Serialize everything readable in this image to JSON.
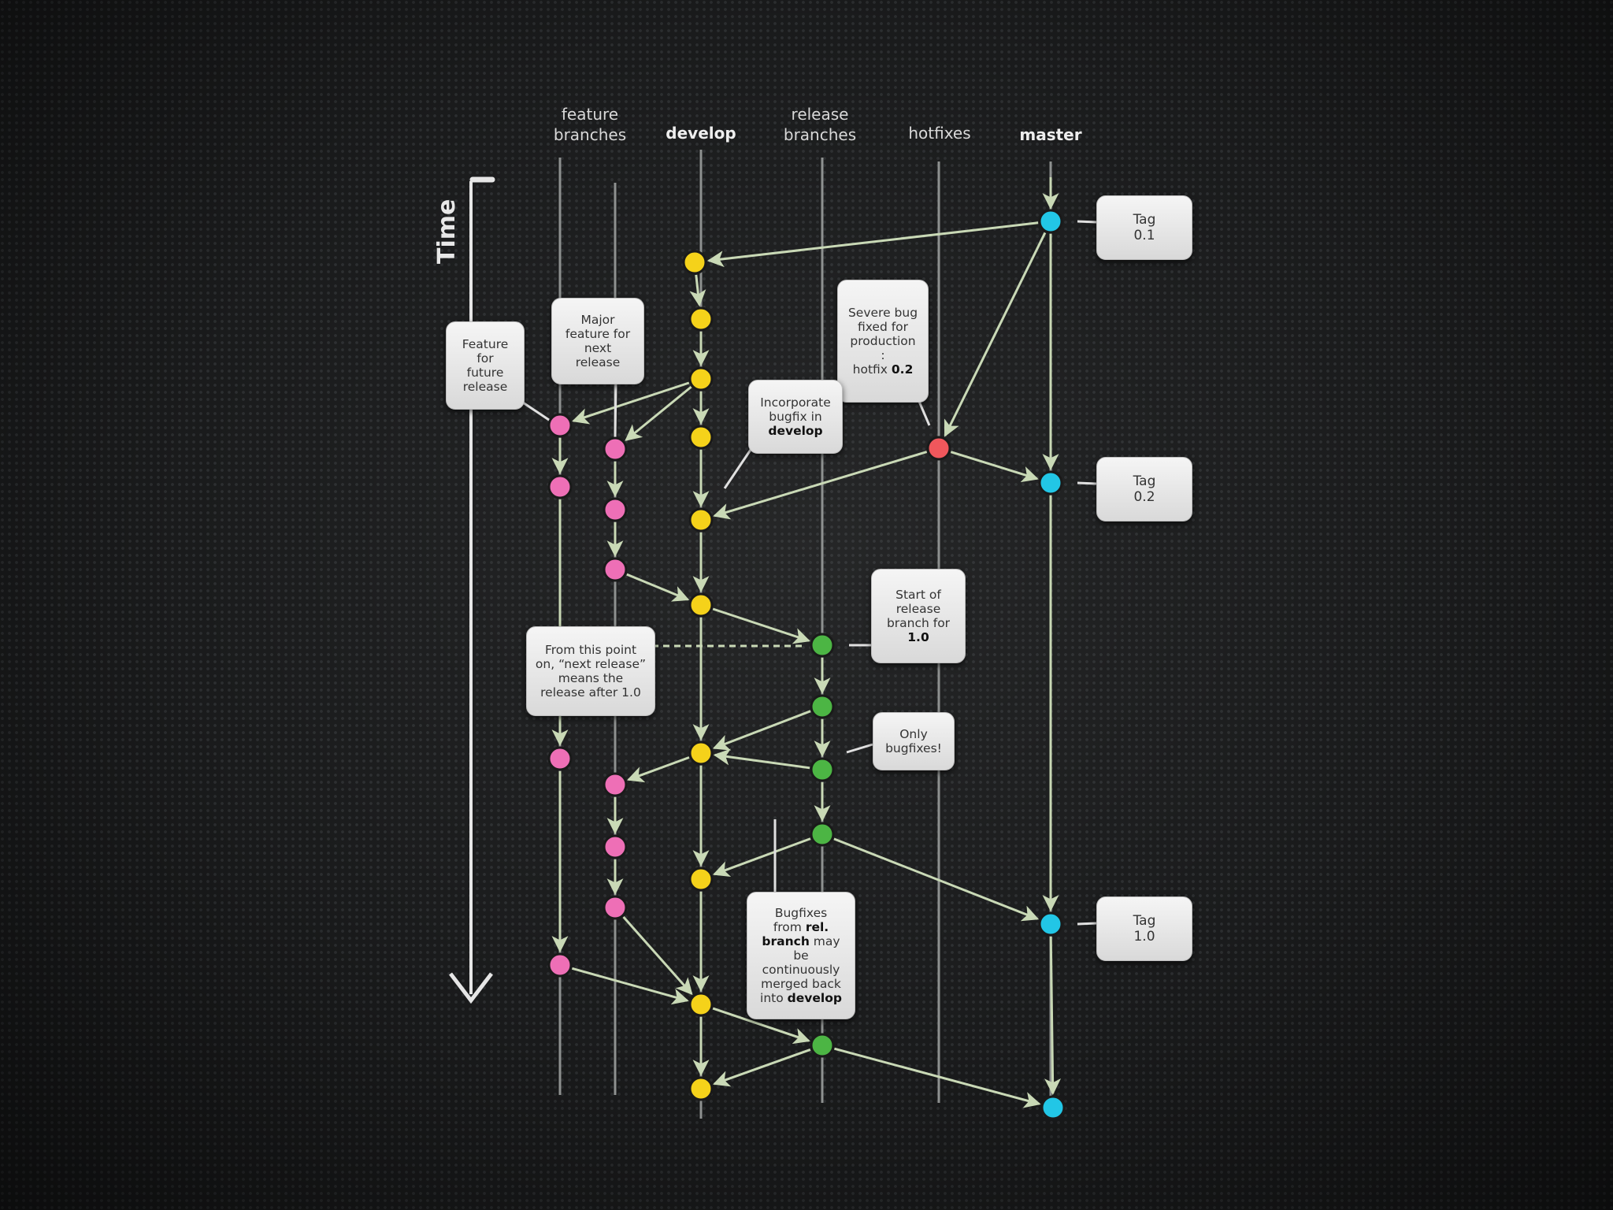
{
  "diagram": {
    "time_label": "Time",
    "columns": [
      {
        "id": "feature",
        "label": "feature\nbranches",
        "bold": false
      },
      {
        "id": "develop",
        "label": "develop",
        "bold": true
      },
      {
        "id": "release",
        "label": "release\nbranches",
        "bold": false
      },
      {
        "id": "hotfixes",
        "label": "hotfixes",
        "bold": false
      },
      {
        "id": "master",
        "label": "master",
        "bold": true
      }
    ],
    "colors": {
      "develop": "#f5d21a",
      "feature": "#ee6fb6",
      "release": "#4cb544",
      "hotfix": "#f0575c",
      "master": "#22c6e6",
      "edge": "#c9d9b6",
      "lane": "#8e9190"
    },
    "nodes": [
      {
        "id": "m1",
        "branch": "master"
      },
      {
        "id": "d1",
        "branch": "develop"
      },
      {
        "id": "d2",
        "branch": "develop"
      },
      {
        "id": "d3",
        "branch": "develop"
      },
      {
        "id": "f1a",
        "branch": "feature"
      },
      {
        "id": "f2a",
        "branch": "feature"
      },
      {
        "id": "d4",
        "branch": "develop"
      },
      {
        "id": "h1",
        "branch": "hotfix"
      },
      {
        "id": "m2",
        "branch": "master"
      },
      {
        "id": "f1b",
        "branch": "feature"
      },
      {
        "id": "f2b",
        "branch": "feature"
      },
      {
        "id": "d5",
        "branch": "develop"
      },
      {
        "id": "f2c",
        "branch": "feature"
      },
      {
        "id": "d6",
        "branch": "develop"
      },
      {
        "id": "r1",
        "branch": "release"
      },
      {
        "id": "r2",
        "branch": "release"
      },
      {
        "id": "d7",
        "branch": "develop"
      },
      {
        "id": "f1c",
        "branch": "feature"
      },
      {
        "id": "r3",
        "branch": "release"
      },
      {
        "id": "f2d",
        "branch": "feature"
      },
      {
        "id": "r4",
        "branch": "release"
      },
      {
        "id": "f2e",
        "branch": "feature"
      },
      {
        "id": "d8",
        "branch": "develop"
      },
      {
        "id": "f2f",
        "branch": "feature"
      },
      {
        "id": "m3",
        "branch": "master"
      },
      {
        "id": "f1d",
        "branch": "feature"
      },
      {
        "id": "d9",
        "branch": "develop"
      },
      {
        "id": "r5",
        "branch": "release"
      },
      {
        "id": "d10",
        "branch": "develop"
      },
      {
        "id": "m4",
        "branch": "master"
      }
    ],
    "edges": [
      [
        "m1",
        "d1"
      ],
      [
        "d1",
        "d2"
      ],
      [
        "d2",
        "d3"
      ],
      [
        "d3",
        "f1a"
      ],
      [
        "d3",
        "f2a"
      ],
      [
        "d3",
        "d4"
      ],
      [
        "m1",
        "h1"
      ],
      [
        "h1",
        "m2"
      ],
      [
        "h1",
        "d5"
      ],
      [
        "m1",
        "m2"
      ],
      [
        "d4",
        "d5"
      ],
      [
        "f1a",
        "f1b"
      ],
      [
        "f2a",
        "f2b"
      ],
      [
        "f2b",
        "f2c"
      ],
      [
        "f2c",
        "d6"
      ],
      [
        "d5",
        "d6"
      ],
      [
        "d6",
        "r1"
      ],
      [
        "r1",
        "r2"
      ],
      [
        "r2",
        "d7"
      ],
      [
        "d6",
        "d7"
      ],
      [
        "f1b",
        "f1c"
      ],
      [
        "d7",
        "f2d"
      ],
      [
        "r2",
        "r3"
      ],
      [
        "r3",
        "d7"
      ],
      [
        "r3",
        "r4"
      ],
      [
        "f2d",
        "f2e"
      ],
      [
        "r4",
        "d8"
      ],
      [
        "d7",
        "d8"
      ],
      [
        "f2e",
        "f2f"
      ],
      [
        "r4",
        "m3"
      ],
      [
        "m2",
        "m3"
      ],
      [
        "f1c",
        "f1d"
      ],
      [
        "f1d",
        "d9"
      ],
      [
        "f2f",
        "d9"
      ],
      [
        "d8",
        "d9"
      ],
      [
        "d9",
        "r5"
      ],
      [
        "r5",
        "d10"
      ],
      [
        "d9",
        "d10"
      ],
      [
        "r5",
        "m4"
      ],
      [
        "m3",
        "m4"
      ]
    ],
    "callouts": [
      {
        "id": "tag01",
        "lines": [
          [
            "Tag"
          ],
          [
            "0.1"
          ]
        ]
      },
      {
        "id": "tag02",
        "lines": [
          [
            "Tag"
          ],
          [
            "0.2"
          ]
        ]
      },
      {
        "id": "tag10",
        "lines": [
          [
            "Tag"
          ],
          [
            "1.0"
          ]
        ]
      },
      {
        "id": "feature-future",
        "lines": [
          [
            "Feature"
          ],
          [
            "for"
          ],
          [
            "future"
          ],
          [
            "release"
          ]
        ]
      },
      {
        "id": "major-feature",
        "lines": [
          [
            "Major"
          ],
          [
            "feature for"
          ],
          [
            "next"
          ],
          [
            "release"
          ]
        ]
      },
      {
        "id": "severe-bug",
        "lines": [
          [
            "Severe bug"
          ],
          [
            "fixed for"
          ],
          [
            "production"
          ],
          [
            ":"
          ],
          [
            "hotfix ",
            "0.2"
          ]
        ]
      },
      {
        "id": "incorporate",
        "lines": [
          [
            "Incorporate"
          ],
          [
            "bugfix in"
          ],
          [
            "",
            "develop"
          ]
        ]
      },
      {
        "id": "start-release",
        "lines": [
          [
            "Start of"
          ],
          [
            "release"
          ],
          [
            "branch for"
          ],
          [
            "",
            "1.0"
          ]
        ]
      },
      {
        "id": "from-this-point",
        "lines": [
          [
            "From this point"
          ],
          [
            "on, “next release”"
          ],
          [
            "means the"
          ],
          [
            "release after 1.0"
          ]
        ]
      },
      {
        "id": "only-bugfixes",
        "lines": [
          [
            "Only"
          ],
          [
            "bugfixes!"
          ]
        ]
      },
      {
        "id": "bugfixes-from-rel",
        "lines": [
          [
            "Bugfixes"
          ],
          [
            "from ",
            "rel."
          ],
          [
            "",
            "branch",
            " may"
          ],
          [
            "be"
          ],
          [
            "continuously"
          ],
          [
            "merged back"
          ],
          [
            "into ",
            "develop"
          ]
        ]
      }
    ]
  }
}
